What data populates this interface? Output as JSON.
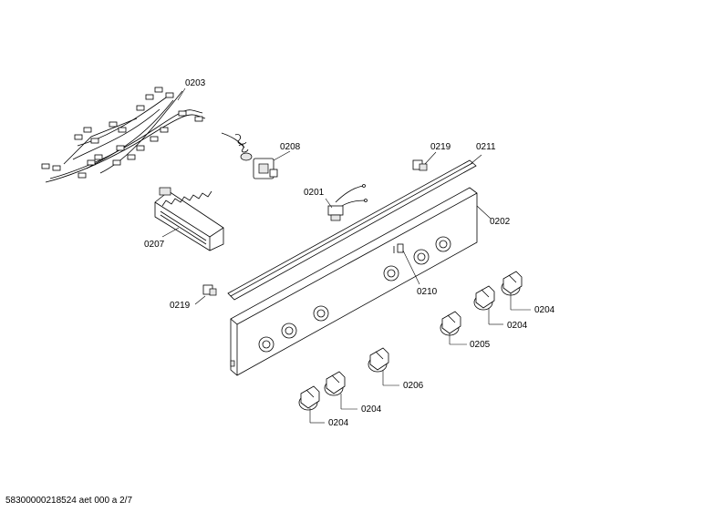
{
  "callouts": {
    "c0203": "0203",
    "c0208": "0208",
    "c0219a": "0219",
    "c0211": "0211",
    "c0201": "0201",
    "c0202": "0202",
    "c0207": "0207",
    "c0210": "0210",
    "c0219b": "0219",
    "c0204a": "0204",
    "c0204b": "0204",
    "c0205": "0205",
    "c0206": "0206",
    "c0204c": "0204",
    "c0204d": "0204"
  },
  "footer": {
    "text": "58300000218524 aet 000 a 2/7"
  }
}
